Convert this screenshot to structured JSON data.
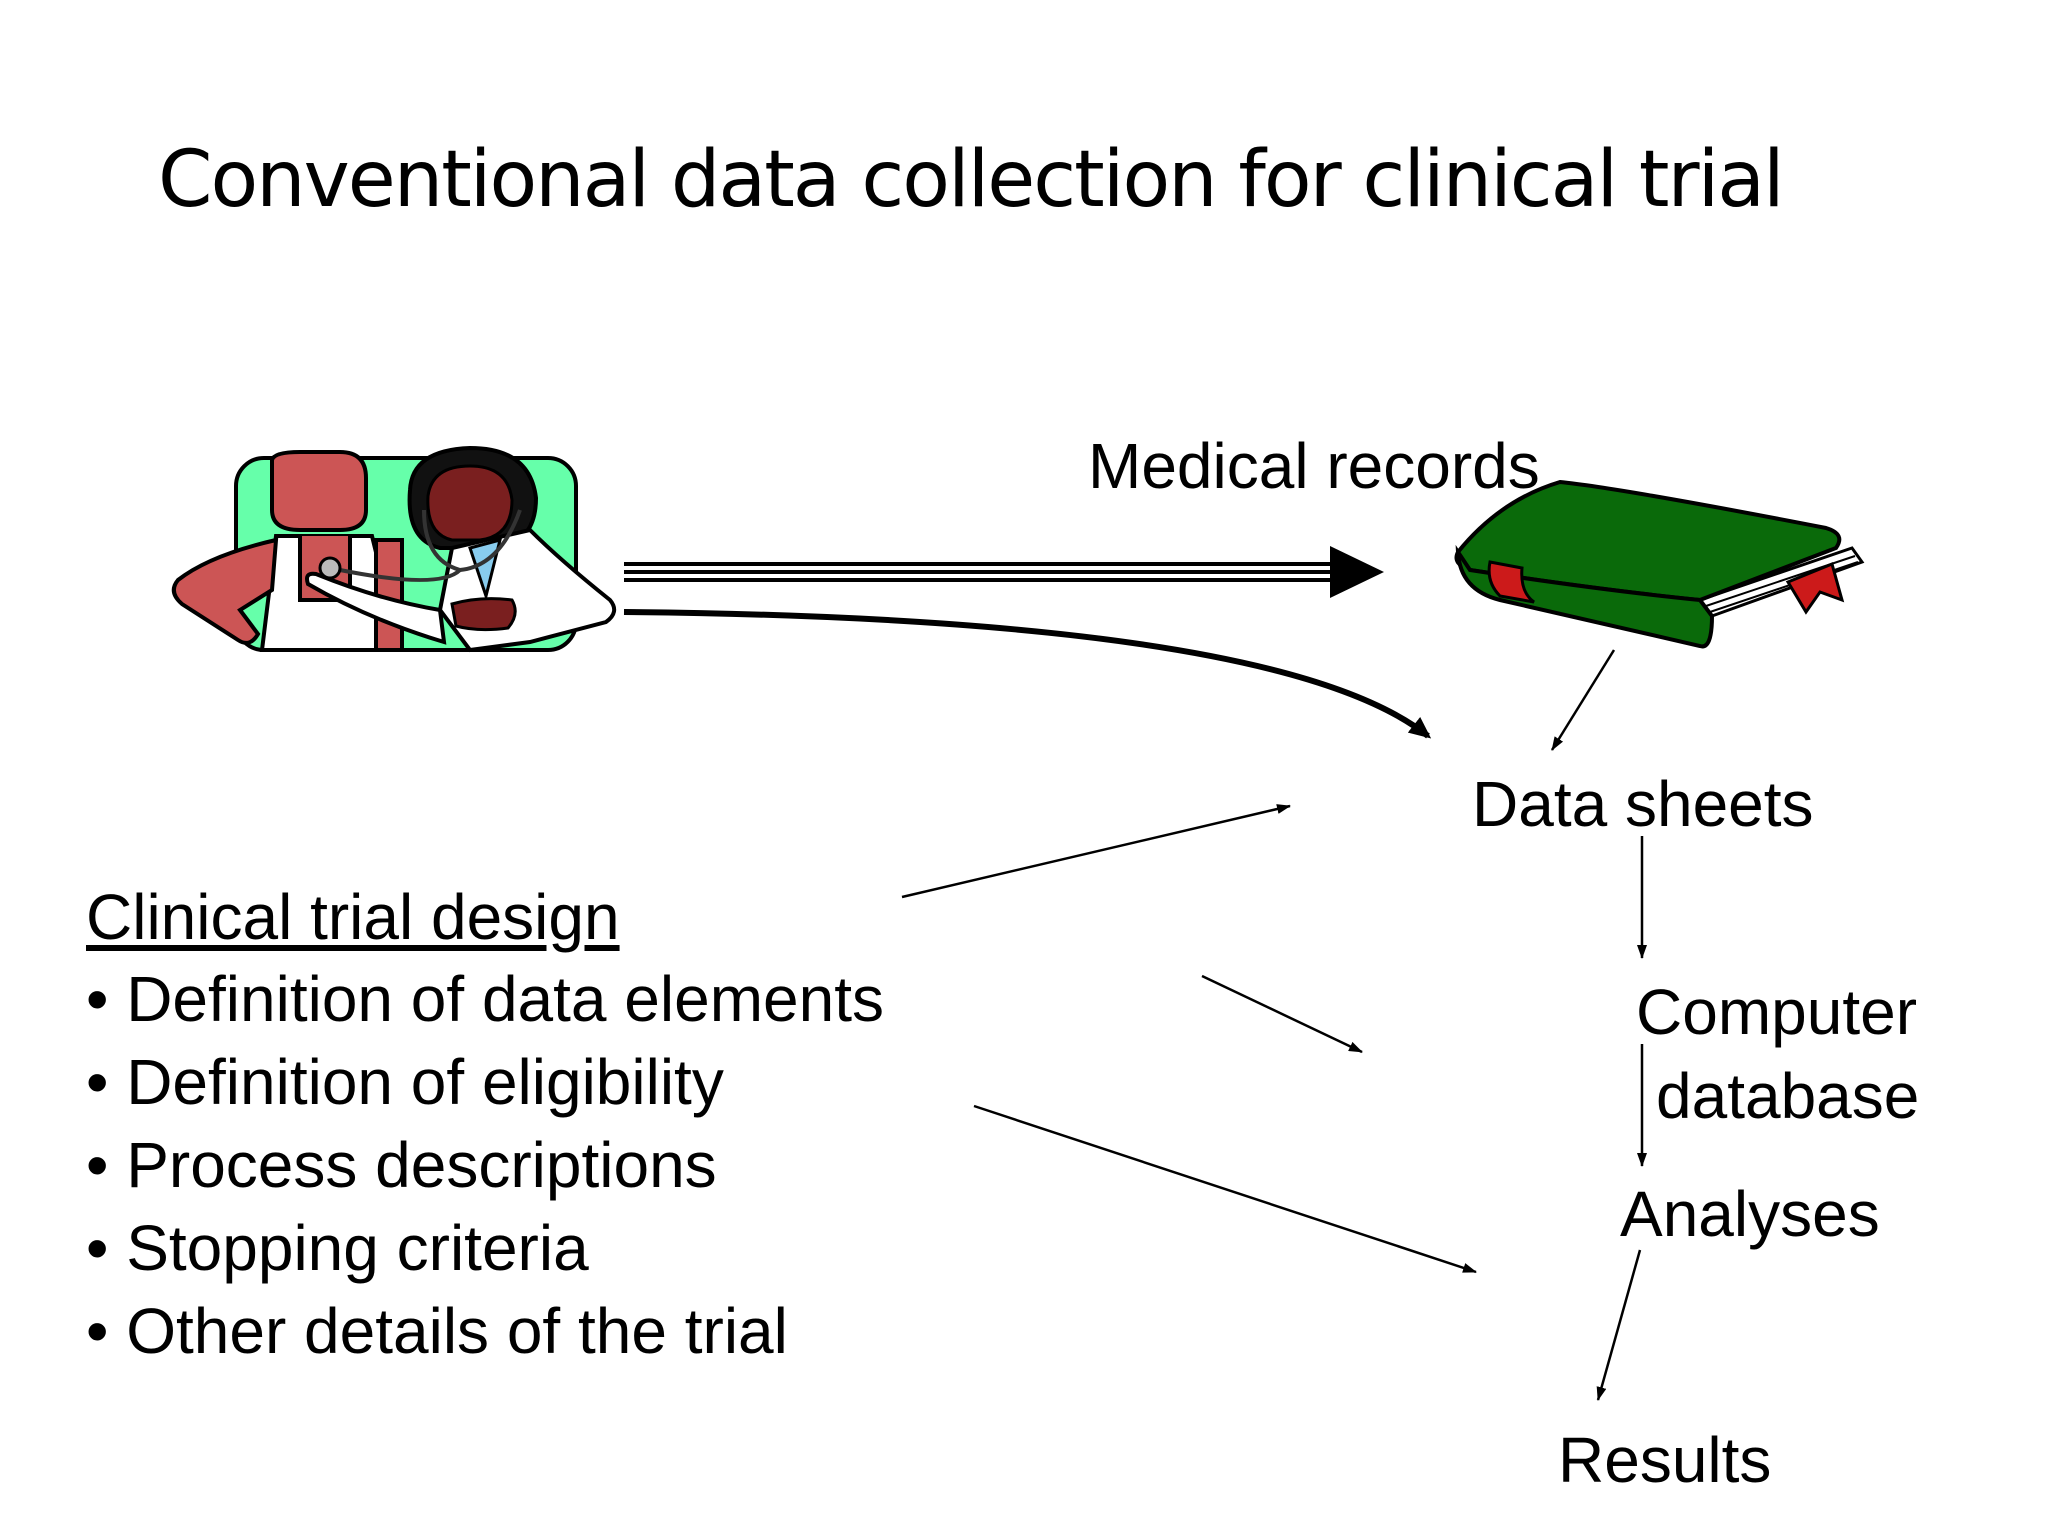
{
  "title": "Conventional data collection for clinical trial",
  "nodes": {
    "medical_records": "Medical records",
    "data_sheets": "Data sheets",
    "computer_database_line1": "Computer",
    "computer_database_line2": "database",
    "analyses": "Analyses",
    "results": "Results"
  },
  "design": {
    "heading": "Clinical trial design",
    "items": [
      "Definition of data elements",
      "Definition of eligibility",
      "Process descriptions",
      "Stopping criteria",
      "Other details of the trial"
    ]
  },
  "icons": {
    "doctor_patient": "doctor-examining-patient-icon",
    "book": "medical-records-book-icon"
  },
  "colors": {
    "book_cover": "#0a6a0a",
    "book_ribbon": "#cc1a1a",
    "clinic_background": "#66ffaa",
    "patient_skin": "#cc5555",
    "doctor_skin": "#7a1f1f"
  }
}
